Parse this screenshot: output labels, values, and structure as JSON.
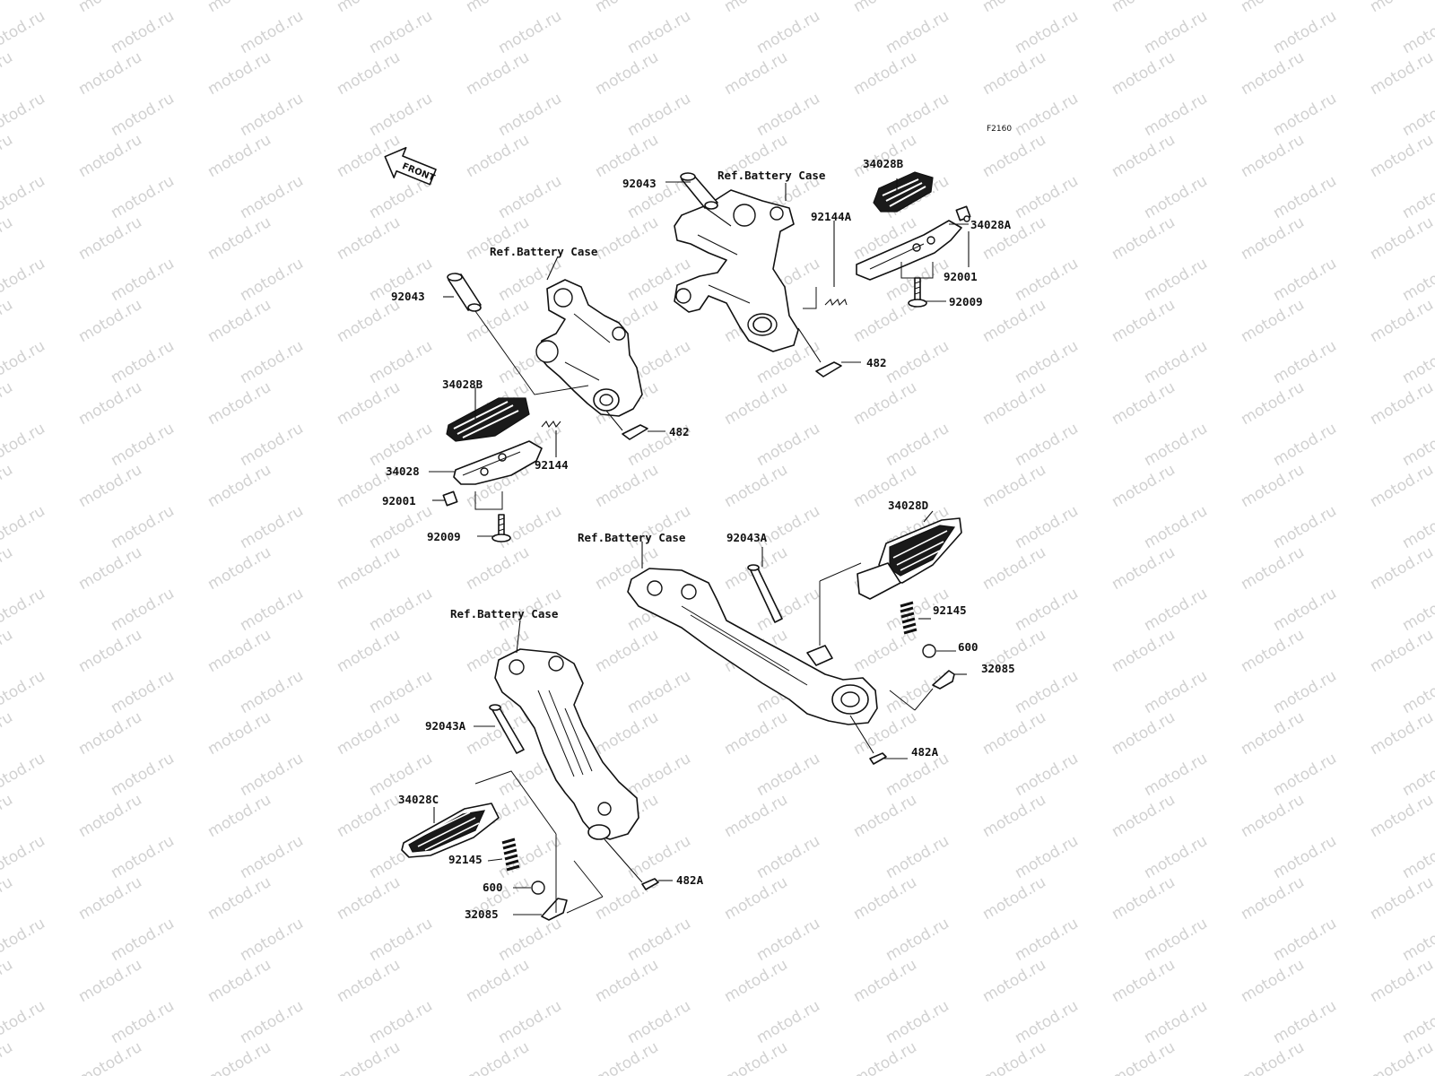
{
  "watermark": {
    "text": "motod.ru",
    "color": "#c9c9c9"
  },
  "diagram_code": "F2160",
  "front_arrow_label": "FRONT",
  "labels": {
    "ref_battery_case_top": "Ref.Battery Case",
    "ref_battery_case_upper_left": "Ref.Battery Case",
    "ref_battery_case_lower_right": "Ref.Battery Case",
    "ref_battery_case_lower_left": "Ref.Battery Case",
    "p92043_top": "92043",
    "p92043_left": "92043",
    "p34028B_top": "34028B",
    "p34028A": "34028A",
    "p92144A": "92144A",
    "p92001_right": "92001",
    "p92009_right": "92009",
    "p482_right": "482",
    "p34028B_left": "34028B",
    "p482_left": "482",
    "p92144": "92144",
    "p34028": "34028",
    "p92001_left": "92001",
    "p92009_left": "92009",
    "p92043A_right": "92043A",
    "p34028D": "34028D",
    "p92145_right": "92145",
    "p600_right": "600",
    "p32085_right": "32085",
    "p482A_right": "482A",
    "p92043A_left": "92043A",
    "p34028C": "34028C",
    "p92145_left": "92145",
    "p600_left": "600",
    "p32085_left": "32085",
    "p482A_left": "482A"
  }
}
